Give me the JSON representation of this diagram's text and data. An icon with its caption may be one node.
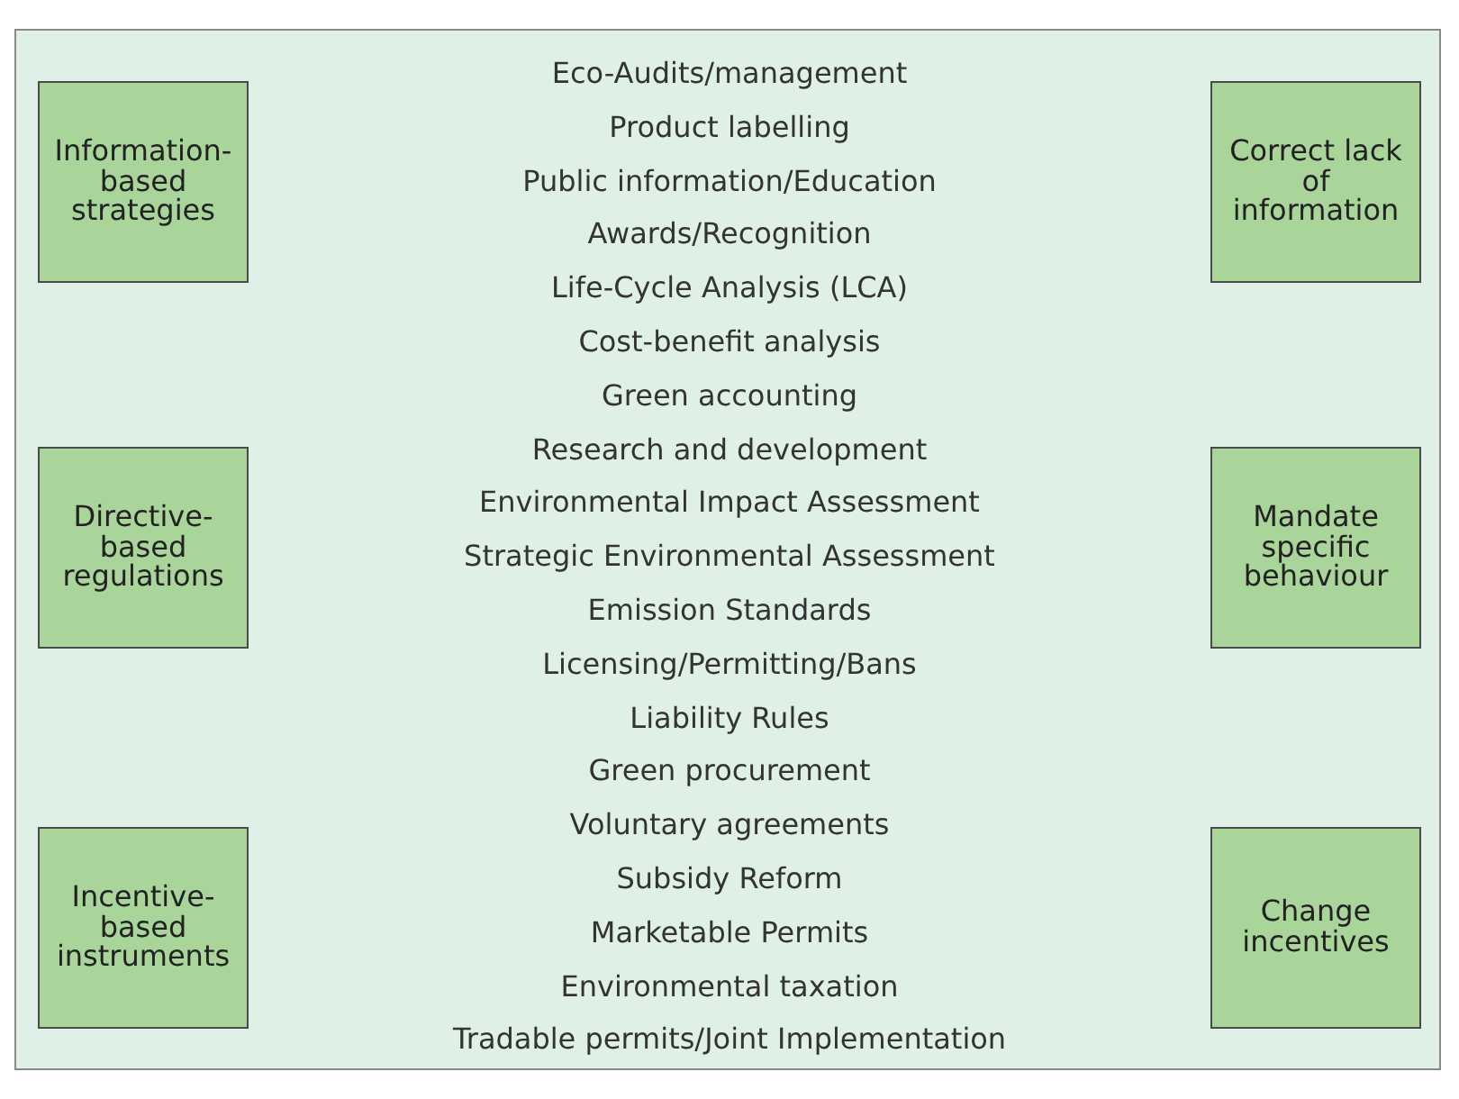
{
  "diagram": {
    "nodes": [
      {
        "text": [
          "Information-based strategies"
        ]
      },
      {
        "text": [
          "Directive-based regulations"
        ]
      },
      {
        "text": [
          "Incentive-based instruments"
        ]
      },
      {
        "text": [
          "Correct lack of information"
        ]
      },
      {
        "text": [
          "Mandate specific behaviour"
        ]
      },
      {
        "text": [
          "Change incentives"
        ]
      }
    ],
    "labels": [
      "Eco-Audits/management",
      "Product labelling",
      "Public information/Education",
      "Awards/Recognition",
      "Life-Cycle Analysis (LCA)",
      "Cost-benefit analysis",
      "Green accounting",
      "Research and development",
      "Environmental Impact Assessment",
      "Strategic Environmental Assessment",
      "Emission Standards",
      "Licensing/Permitting/Bans",
      "Liability Rules",
      "Green procurement",
      "Voluntary agreements",
      "Subsidy Reform",
      "Marketable Permits",
      "Environmental taxation",
      "Tradable permits/Joint Implementation"
    ]
  }
}
